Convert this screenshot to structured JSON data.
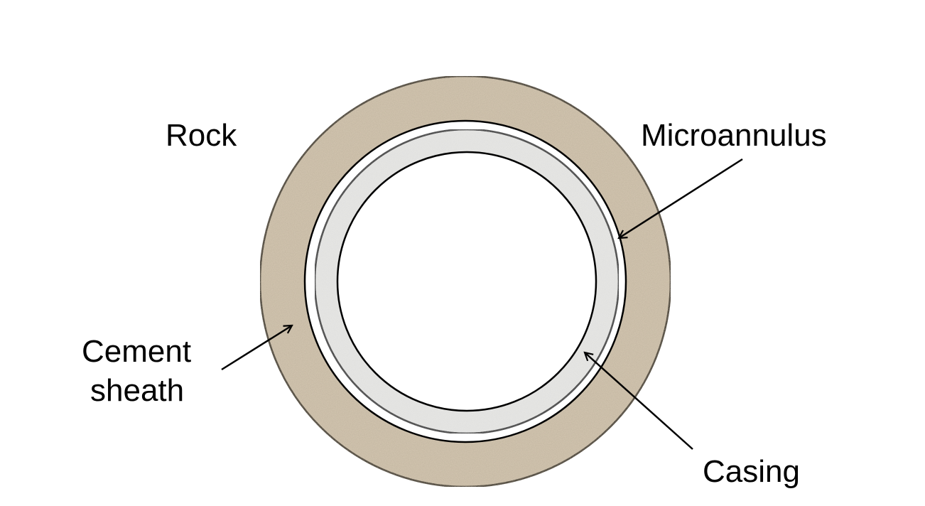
{
  "labels": {
    "rock": "Rock",
    "microannulus": "Microannulus",
    "cement_line1": "Cement",
    "cement_line2": "sheath",
    "casing": "Casing"
  },
  "colors": {
    "cement": "#d5c8b2",
    "casing": "#e9e9e7",
    "microannulus": "#ffffff",
    "bore": "#ffffff",
    "stroke": "#000000"
  }
}
